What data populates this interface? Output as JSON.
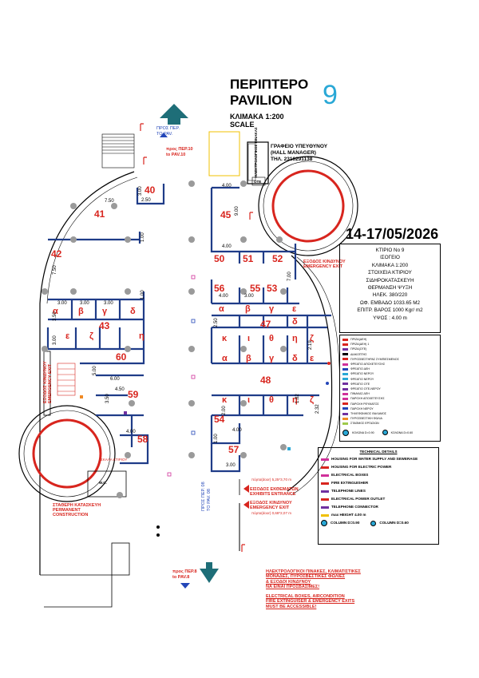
{
  "header": {
    "title_gr": "ΠΕΡΙΠΤΕΡΟ",
    "title_en": "PAVILION",
    "number": "9",
    "scale_gr": "ΚΛΙΜΑΚΑ 1:200",
    "scale_en": "SCALE",
    "date": "14-17/05/2026"
  },
  "manager_office": {
    "line1": "ΓΡΑΦΕΙΟ ΥΠΕΥΘΥΝΟΥ",
    "line2": "(HALL MANAGER)",
    "phone": "ΤΗΛ. 2310291138",
    "panel": "ΗΛΕΚΤΡΟΛΟΓΙΚΟΣ ΠΙΝΑΚΑΣ",
    "ote": "ΟΤΕ"
  },
  "directions": {
    "to_pav10_top_gr": "ΠΡΟΣ ΠΕΡ.",
    "to_pav10_top_en": "TO PAV.",
    "to_pav10_gr": "προς ΠΕΡ.10",
    "to_pav10_en": "to PAV.10",
    "to_pav8_side_gr": "ΠΡΟΣ ΠΕΡ. 08",
    "to_pav8_side_en": "TO PAV. 08",
    "to_pav8_gr": "προς ΠΕΡ.8",
    "to_pav8_en": "to PAV.8"
  },
  "stands": {
    "s40": "40",
    "s41": "41",
    "s42": "42",
    "s43": "43",
    "s45": "45",
    "s47": "47",
    "s48": "48",
    "s50": "50",
    "s51": "51",
    "s52": "52",
    "s53": "53",
    "s54": "54",
    "s55": "55",
    "s56": "56",
    "s57": "57",
    "s58": "58",
    "s59": "59",
    "s60": "60"
  },
  "greek_letters": {
    "alpha": "α",
    "beta": "β",
    "gamma": "γ",
    "delta": "δ",
    "epsilon": "ε",
    "zeta": "ζ",
    "eta": "η",
    "theta": "θ",
    "iota": "ι",
    "kappa": "κ"
  },
  "dimensions": {
    "d300": "3.00",
    "d250": "2.50",
    "d400": "4.00",
    "d900": "9.00",
    "d750": "7.50",
    "d100": "1.00",
    "d700": "7.00",
    "d350": "3.50",
    "d500": "5.00",
    "d600": "6.00",
    "d450": "4.50",
    "d200": "2.00",
    "d219": "2.19",
    "d182": "1.82",
    "d232": "2.32"
  },
  "exits": {
    "exit_gr": "ΕΞΟΔΟΣ ΚΙΝΔΥΝΟΥ",
    "exit_en": "EMERGENCY EXIT",
    "exhibits_gr": "ΕΙΣΟΔΟΣ ΕΚΘΕΜΑΤΩΝ",
    "exhibits_en": "EXHIBITS ENTRANCE",
    "door1": "πόρτα(door) 5,25*3,70 m",
    "door2": "πόρτα(door) 0,68*2,07 m"
  },
  "misc": {
    "permanent_gr": "ΣΤΑΘΕΡΗ ΚΑΤΑΣΚΕΥΗ",
    "permanent_en": "PERMANENT",
    "construction": "CONSTRUCTION",
    "wc": "W.C.",
    "stairs_label": "ΣΚΑΛΑ ΚΤΙΡΙΟΥ"
  },
  "info": {
    "l1": "ΚΤΙΡΙΟ Νο 9",
    "l2": "ΙΣΟΓΕΙΟ",
    "l3": "ΚΛΙΜΑΚΑ 1:200",
    "l4": "ΣΤΟΙΧΕΙΑ ΚΤΙΡΙΟΥ",
    "l5": "ΣΙΔΗΡΟΚΑΤΑΣΚΕΥΗ",
    "l6": "ΘΕΡΜΑΝΣΗ ΨΥΞΗ",
    "l7": "ΗΛΕΚ. 380/220",
    "l8": "ΩΦ. ΕΜΒΑΔΟ 1033.65 Μ2",
    "l9": "ΕΠΙΤΡ. ΒΑΡΟΣ 1000 Kgr/ m2",
    "l10": "ΥΨΟΣ : 4.00 m"
  },
  "legend1": [
    {
      "label": "ΠΡΙΖΑ(ΔΕΗ)",
      "icon": "socket-icon",
      "color": "#d8251e"
    },
    {
      "label": "ΠΡΙΖΑ(ΔΕΗ) 1",
      "icon": "socket-icon",
      "color": "#d8251e"
    },
    {
      "label": "ΠΡΙΖΑ(ΟΤΕ)",
      "icon": "phone-socket-icon",
      "color": "#7030a0"
    },
    {
      "label": "ΔΙΑΚΟΠΤΗΣ",
      "icon": "switch-icon",
      "color": "#000000"
    },
    {
      "label": "ΠΥΡΟΣΒΕΣΤΗΡΑΣ ΣΥΜΠΙΕΣΜΕΝΟΣ",
      "icon": "extinguisher-icon",
      "color": "#d8251e"
    },
    {
      "label": "ΦΡΕΑΤΙΟ ΑΠΟΧΕΤΕΥΣΗΣ",
      "icon": "drain-icon",
      "color": "#d0309a"
    },
    {
      "label": "ΦΡΕΑΤΙΟ ΔΕΗ",
      "icon": "power-pit-icon",
      "color": "#2346b8"
    },
    {
      "label": "ΦΡΕΑΤΙΟ ΝΕΡΟΥ",
      "icon": "water-pit-icon",
      "color": "#29a8d6"
    },
    {
      "label": "ΦΡΕΑΤΙΟ ΝΕΡΟΥ",
      "icon": "water-pit-icon",
      "color": "#29a8d6"
    },
    {
      "label": "ΦΡΕΑΤΙΟ ΟΤΕ",
      "icon": "phone-pit-icon",
      "color": "#7030a0"
    },
    {
      "label": "ΦΡΕΑΤΙΟ ΟΤΕ-ΝΕΡΟΥ",
      "icon": "phone-water-pit-icon",
      "color": "#7030a0"
    },
    {
      "label": "ΠΙΝΑΚΑΣ ΔΕΗ",
      "icon": "panel-icon",
      "color": "#d0309a"
    },
    {
      "label": "ΠΑΡΟΧΗ ΑΠΟΧΕΤΕΥΣΗΣ",
      "icon": "sewer-supply-icon",
      "color": "#d0309a"
    },
    {
      "label": "ΠΑΡΟΧΗ ΡΕΥΜΑΤΟΣ",
      "icon": "power-supply-icon",
      "color": "#d8251e"
    },
    {
      "label": "ΠΑΡΟΧΗ ΝΕΡΟΥ",
      "icon": "water-supply-icon",
      "color": "#2346b8"
    },
    {
      "label": "ΤΗΛΕΦΩΝΙΚΟΣ ΘΑΛΑΜΟΣ",
      "icon": "phone-booth-icon",
      "color": "#7030a0"
    },
    {
      "label": "ΠΥΡΟΣΒΕΣΤΙΚΗ ΦΩΛΙΑ",
      "icon": "fire-hose-icon",
      "color": "#f08a24"
    },
    {
      "label": "ΣΤΑΘΜΟΣ ΕΡΓΑΣΙΩΝ",
      "icon": "work-station-icon",
      "color": "#9ec94a"
    }
  ],
  "legend1_cols": {
    "c1": "ΚΟΛΩΝΑ D=0.90",
    "c2": "ΚΟΛΩΝΑ D=0.60"
  },
  "legend2": {
    "title": "TECHNICAL DETAILS",
    "items": [
      {
        "label": "HOUSING FOR WATER SUPPLY AND SEWERAGE",
        "icon": "water-housing-icon",
        "color": "#d0309a"
      },
      {
        "label": "HOUSING FOR ELECTRIC POWER",
        "icon": "power-housing-icon",
        "color": "#d8251e"
      },
      {
        "label": "ELECTRICAL BOXES",
        "icon": "electrical-box-icon",
        "color": "#d0309a"
      },
      {
        "label": "FIRE EXTINGUISHER",
        "icon": "extinguisher-icon",
        "color": "#d8251e"
      },
      {
        "label": "TELEPHONE LINES",
        "icon": "phone-line-icon",
        "color": "#7030a0"
      },
      {
        "label": "ELECTRICAL POWER OUTLET",
        "icon": "outlet-icon",
        "color": "#d8251e"
      },
      {
        "label": "TELEPHONE CONNECTOR",
        "icon": "phone-connector-icon",
        "color": "#7030a0"
      },
      {
        "label": "max HEIGHT 4.00 m",
        "icon": "height-icon",
        "color": "#f0c000"
      }
    ],
    "col1": "COLUMN D=0.90",
    "col2": "COLUMN D=0.60"
  },
  "notes": {
    "gr1": "ΗΛΕΚΤΡΟΛΟΓΙΚΟΙ ΠΙΝΑΚΕΣ, ΚΛΙΜΑΤΙΣΤΙΚΕΣ",
    "gr2": "ΜΟΝΑΔΕΣ, ΠΥΡΟΣΒΕΣΤΙΚΕΣ ΦΩΛΙΕΣ",
    "gr3": "& ΕΞΟΔΟΙ ΚΙΝΔΥΝΟΥ",
    "gr4": "ΝΑ ΕΙΝΑΙ ΠΡΟΣΒΑΣΙΜΕΣ!",
    "en1": "ELECTRICAL BOXES, AIRCONDITION",
    "en2": "FIRE EXTINGUISER & EMERGENCY EXITS",
    "en3": "MUST BE ACCESSIBLE!"
  },
  "colors": {
    "wall": "#1f3c88",
    "stand_red": "#d8251e",
    "teal": "#1e6e78",
    "number_blue": "#29a8d6"
  }
}
